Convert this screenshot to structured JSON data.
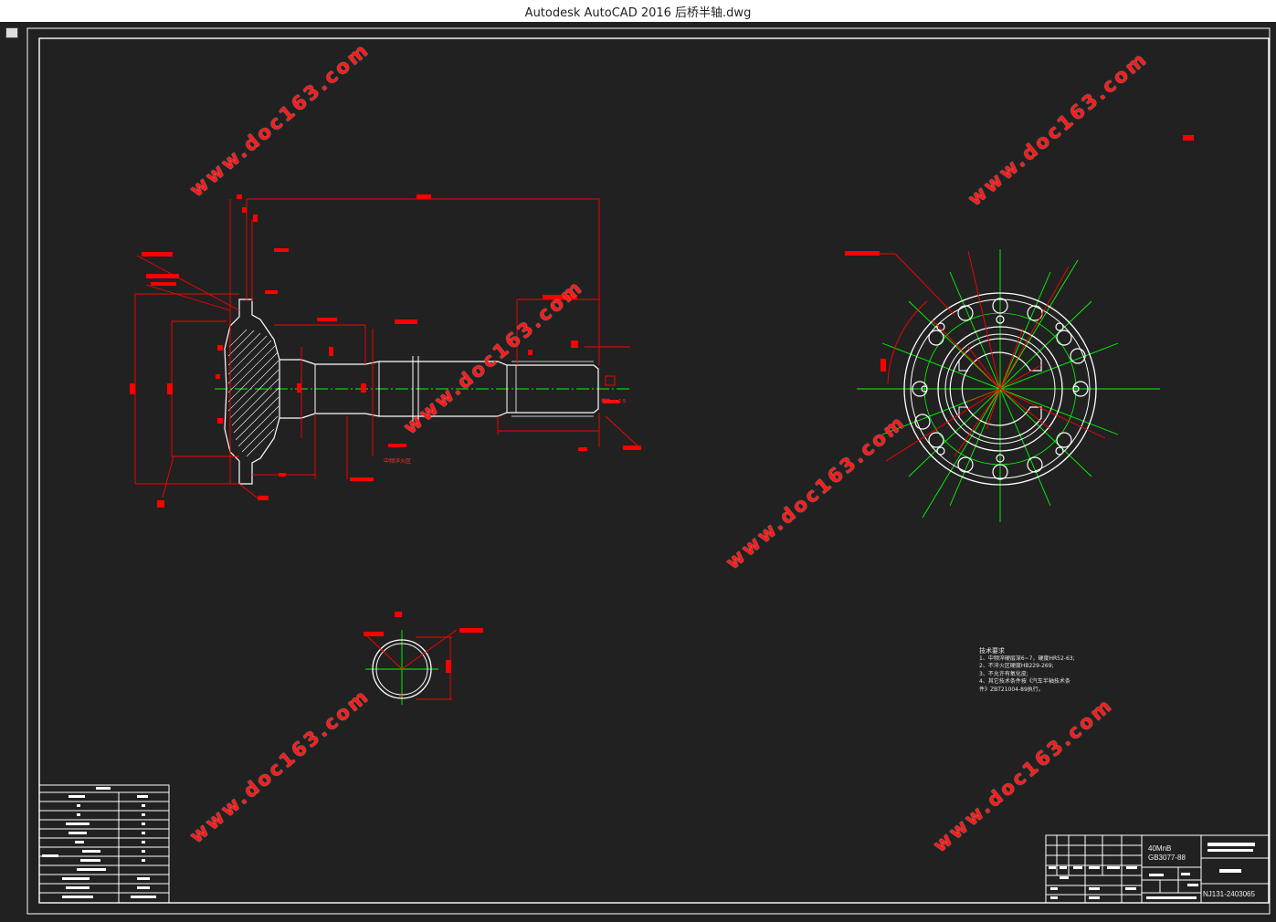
{
  "window": {
    "title": "Autodesk AutoCAD 2016    后桥半轴.dwg"
  },
  "watermark": {
    "text": "www.doc163.com",
    "color": "#ff1a1a"
  },
  "technical_requirements": {
    "heading": "技术要求",
    "lines": [
      "1、中频淬硬层深6~7，硬度HR52-63;",
      "2、不淬火区硬度HB229-269;",
      "3、不允许有氧化皮;",
      "4、其它技术条件按《汽车半轴技术条",
      "件》ZBT21004-89执行。"
    ]
  },
  "title_block": {
    "material": "40MnB",
    "standard": "GB3077-88",
    "drawing_number": "NJ131-2403065"
  },
  "annotations": {
    "flange_dia": "中频淬火区",
    "spline_note": "模数m=2.5",
    "cross_section_label": "A"
  },
  "colors": {
    "background": "#212121",
    "geometry": "#ffffff",
    "dimension": "#ff0000",
    "centerline": "#00ff00"
  }
}
